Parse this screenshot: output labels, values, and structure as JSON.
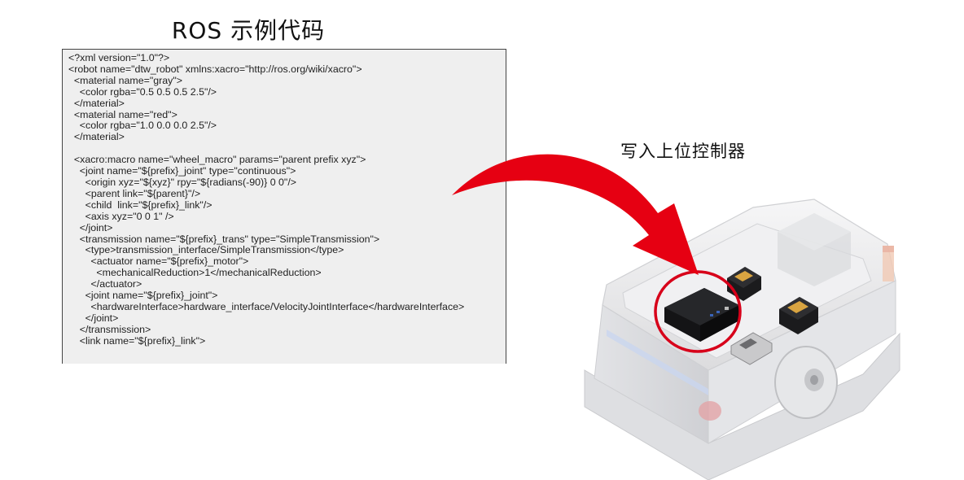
{
  "title": "ROS 示例代码",
  "write_label": "写入上位控制器",
  "code_lines": [
    "<?xml version=\"1.0\"?>",
    "<robot name=\"dtw_robot\" xmlns:xacro=\"http://ros.org/wiki/xacro\">",
    "  <material name=\"gray\">",
    "    <color rgba=\"0.5 0.5 0.5 2.5\"/>",
    "  </material>",
    "  <material name=\"red\">",
    "    <color rgba=\"1.0 0.0 0.0 2.5\"/>",
    "  </material>",
    "",
    "  <xacro:macro name=\"wheel_macro\" params=\"parent prefix xyz\">",
    "    <joint name=\"${prefix}_joint\" type=\"continuous\">",
    "      <origin xyz=\"${xyz}\" rpy=\"${radians(-90)} 0 0\"/>",
    "      <parent link=\"${parent}\"/>",
    "      <child  link=\"${prefix}_link\"/>",
    "      <axis xyz=\"0 0 1\" />",
    "    </joint>",
    "    <transmission name=\"${prefix}_trans\" type=\"SimpleTransmission\">",
    "      <type>transmission_interface/SimpleTransmission</type>",
    "        <actuator name=\"${prefix}_motor\">",
    "          <mechanicalReduction>1</mechanicalReduction>",
    "        </actuator>",
    "      <joint name=\"${prefix}_joint\">",
    "        <hardwareInterface>hardware_interface/VelocityJointInterface</hardwareInterface>",
    "      </joint>",
    "    </transmission>",
    "    <link name=\"${prefix}_link\">"
  ],
  "colors": {
    "arrow": "#e60012",
    "highlight_circle": "#d7001a",
    "code_bg": "#efefef",
    "robot_body": "#e9e9ea"
  },
  "icons": {
    "arrow": "curved-arrow-icon",
    "robot": "robot-illustration"
  }
}
